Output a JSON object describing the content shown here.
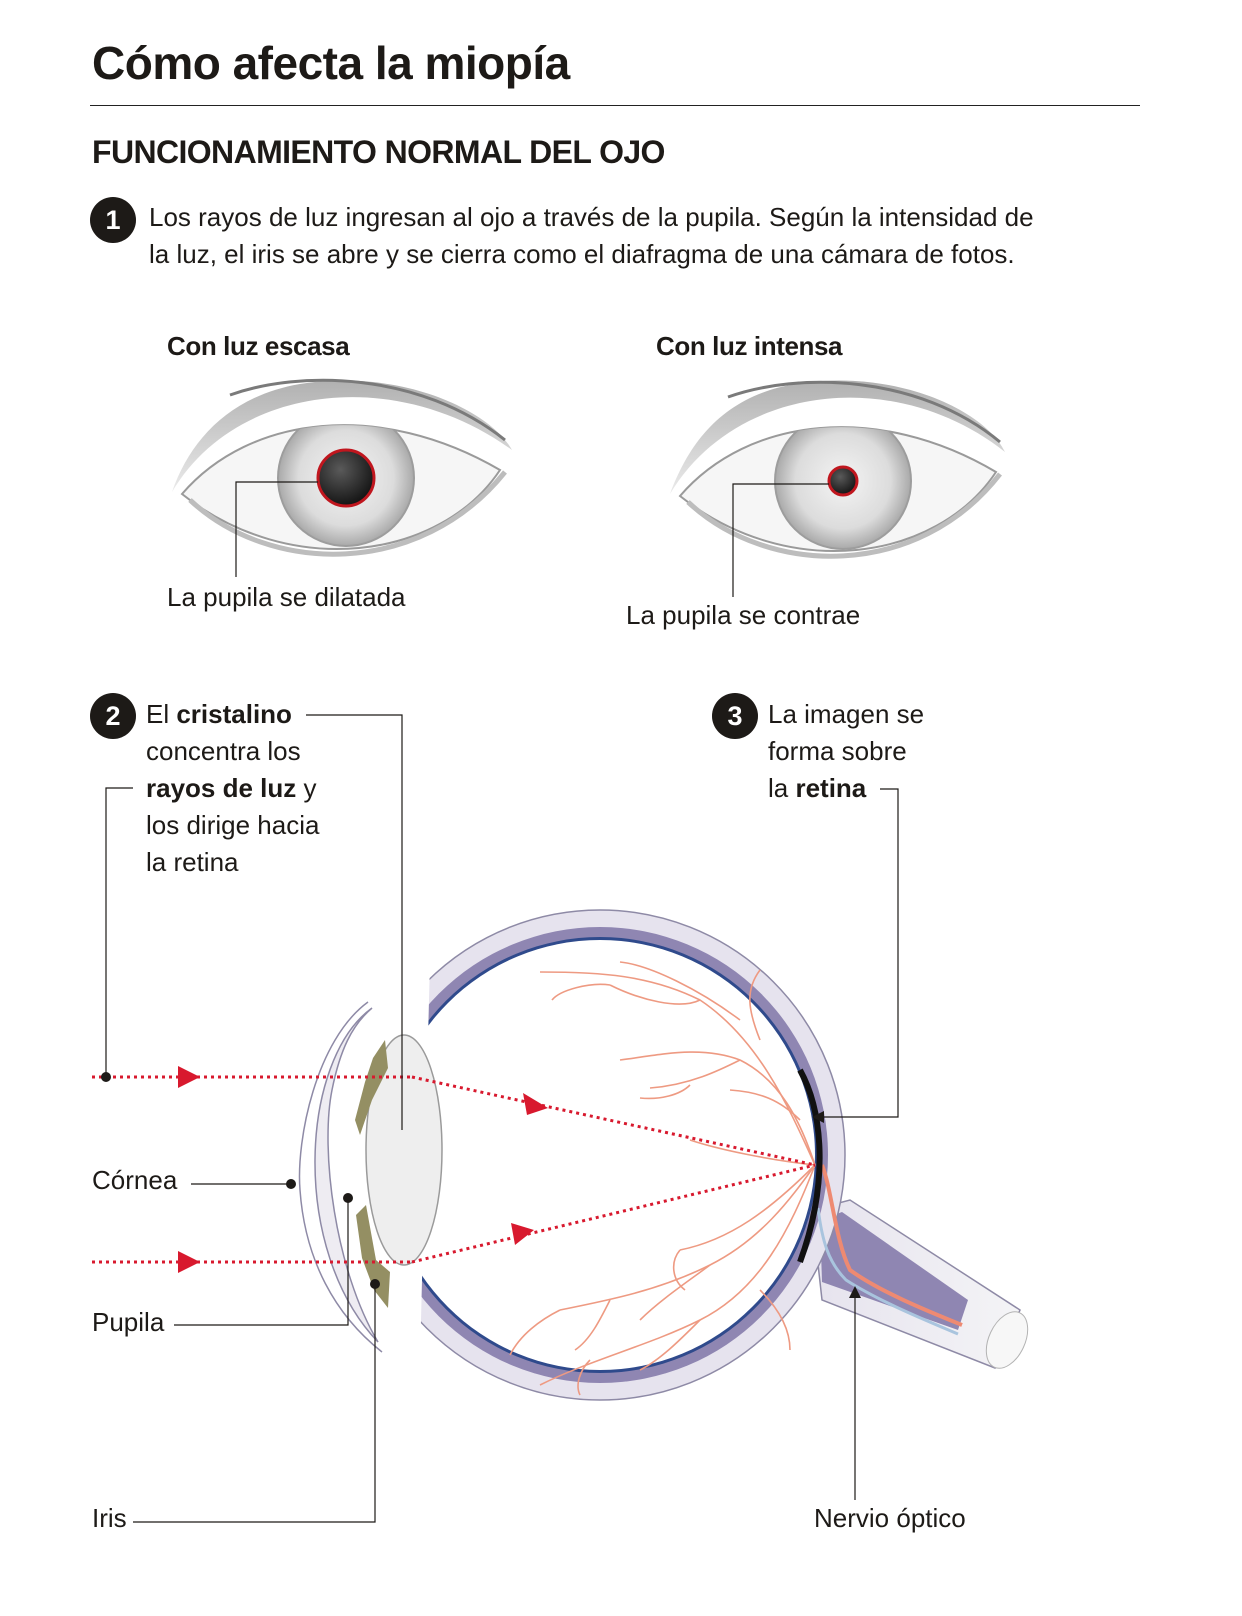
{
  "title": "Cómo afecta la miopía",
  "section_title": "FUNCIONAMIENTO NORMAL DEL OJO",
  "step1": {
    "number": "1",
    "text_line1": "Los rayos de luz ingresan al ojo a través de la pupila. Según la intensidad de",
    "text_line2": "la luz, el iris se abre y se cierra como el diafragma de una cámara de fotos."
  },
  "eyes": {
    "left": {
      "title": "Con luz escasa",
      "caption": "La pupila se dilatada"
    },
    "right": {
      "title": "Con luz intensa",
      "caption": "La pupila se contrae"
    }
  },
  "step2": {
    "number": "2",
    "line1_pre": "El ",
    "line1_bold": "cristalino",
    "line2": "concentra los",
    "line3_bold": "rayos de luz",
    "line3_post": " y",
    "line4": "los dirige hacia",
    "line5": "la retina"
  },
  "step3": {
    "number": "3",
    "line1": "La imagen se",
    "line2": "forma sobre",
    "line3_pre": "la ",
    "line3_bold": "retina"
  },
  "labels": {
    "cornea": "Córnea",
    "pupila": "Pupila",
    "iris": "Iris",
    "nervio": "Nervio óptico"
  },
  "colors": {
    "accent_red": "#d8192e",
    "eyeball_outer": "#e6e3ee",
    "eyeball_layer": "#8f86b2",
    "retina_blue": "#2f4a8c",
    "vessel": "#ee9a82",
    "iris_olive": "#948f63"
  }
}
